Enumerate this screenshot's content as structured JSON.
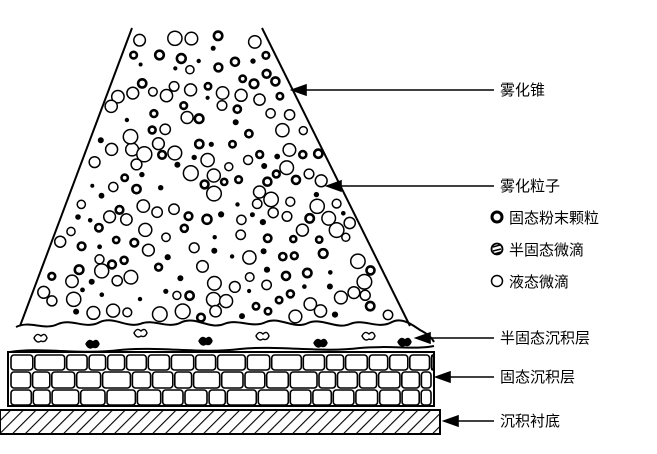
{
  "labels": {
    "cone": "雾化锥",
    "particles": "雾化粒子",
    "semi_solid_layer": "半固态沉积层",
    "solid_layer": "固态沉积层",
    "substrate": "沉积衬底"
  },
  "legend": [
    {
      "kind": "solid",
      "label": "固态粉末颗粒"
    },
    {
      "kind": "semi",
      "label": "半固态微滴"
    },
    {
      "kind": "liquid",
      "label": "液态微滴"
    }
  ],
  "colors": {
    "ink": "#000000",
    "background": "#ffffff"
  }
}
